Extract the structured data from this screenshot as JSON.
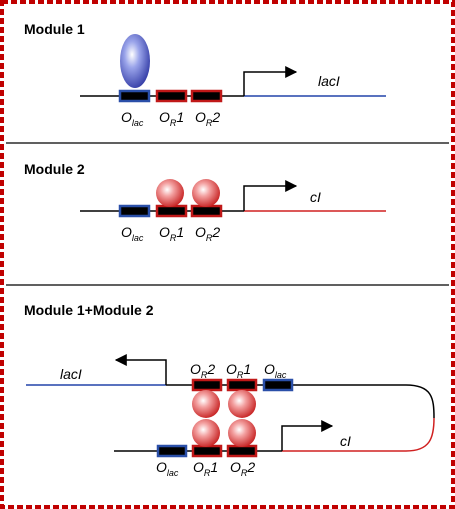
{
  "modules": [
    {
      "title": "Module 1",
      "gene": "lacI",
      "sites": [
        {
          "name": "O",
          "sub": "lac"
        },
        {
          "name": "O",
          "sub": "R",
          "num": "1"
        },
        {
          "name": "O",
          "sub": "R",
          "num": "2"
        }
      ]
    },
    {
      "title": "Module 2",
      "gene": "cI",
      "sites": [
        {
          "name": "O",
          "sub": "lac"
        },
        {
          "name": "O",
          "sub": "R",
          "num": "1"
        },
        {
          "name": "O",
          "sub": "R",
          "num": "2"
        }
      ]
    },
    {
      "title": "Module 1+Module 2",
      "gene_top": "lacI",
      "gene_bottom": "cI",
      "sites_top": [
        {
          "name": "O",
          "sub": "R",
          "num": "2"
        },
        {
          "name": "O",
          "sub": "R",
          "num": "1"
        },
        {
          "name": "O",
          "sub": "lac"
        }
      ],
      "sites_bottom": [
        {
          "name": "O",
          "sub": "lac"
        },
        {
          "name": "O",
          "sub": "R",
          "num": "1"
        },
        {
          "name": "O",
          "sub": "R",
          "num": "2"
        }
      ]
    }
  ],
  "colors": {
    "frame": "#c00000",
    "lacI_line": "#2244aa",
    "cI_line": "#d02020",
    "lac_box": "#2a4fa8",
    "or_box": "#c01818",
    "lacI_protein": "#5060c8",
    "cI_protein": "#e04848"
  }
}
